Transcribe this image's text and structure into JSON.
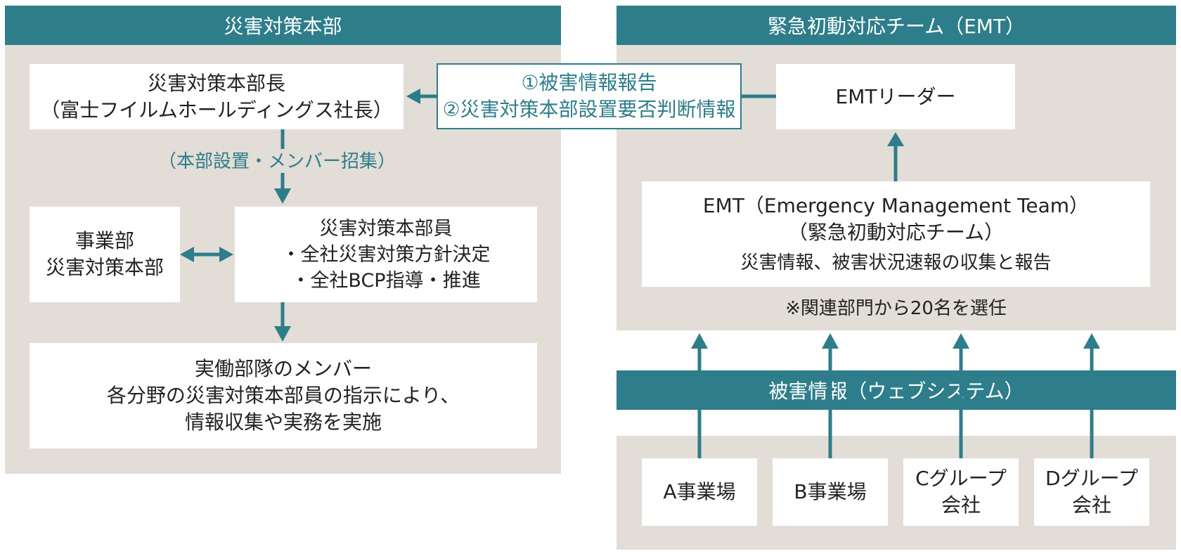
{
  "left": {
    "header": "災害対策本部",
    "chief": {
      "line1": "災害対策本部長",
      "line2": "（富士フイルムホールディングス社長）"
    },
    "setup_label": "（本部設置・メンバー招集）",
    "division": {
      "line1": "事業部",
      "line2": "災害対策本部"
    },
    "members": {
      "line1": "災害対策本部員",
      "line2": "・全社災害対策方針決定",
      "line3": "・全社BCP指導・推進"
    },
    "field": {
      "line1": "実働部隊のメンバー",
      "line2": "各分野の災害対策本部員の指示により、",
      "line3": "情報収集や実務を実施"
    }
  },
  "report": {
    "line1": "①被害情報報告",
    "line2": "②災害対策本部設置要否判断情報"
  },
  "right": {
    "header": "緊急初動対応チーム（EMT）",
    "leader": "EMTリーダー",
    "emt": {
      "line1": "EMT（Emergency Management Team）",
      "line2": "（緊急初動対応チーム）",
      "line3": "災害情報、被害状況速報の収集と報告"
    },
    "note": "※関連部門から20名を選任",
    "web_header": "被害情報（ウェブシステム）",
    "sites": [
      {
        "line1": "A事業場",
        "line2": ""
      },
      {
        "line1": "B事業場",
        "line2": ""
      },
      {
        "line1": "Cグループ",
        "line2": "会社"
      },
      {
        "line1": "Dグループ",
        "line2": "会社"
      }
    ]
  },
  "colors": {
    "teal": "#2e7d8a",
    "panel": "#e2ddd6",
    "white": "#ffffff"
  }
}
